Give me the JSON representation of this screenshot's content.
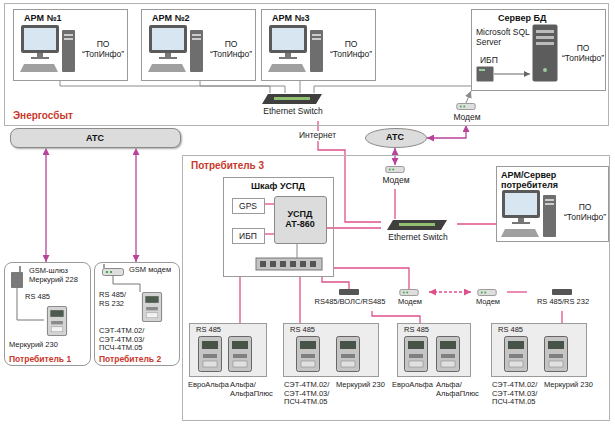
{
  "diagram": {
    "nodes": [
      {
        "text": [
          "Энергосбыт"
        ]
      },
      {
        "text": [
          "АРМ №1",
          "ПО “ТопИнфо”"
        ],
        "in": 0
      },
      {
        "text": [
          "АРМ №2",
          "ПО “ТопИнфо”"
        ],
        "in": 0
      },
      {
        "text": [
          "АРМ №3",
          "ПО “ТопИнфо”"
        ],
        "in": 0
      },
      {
        "text": [
          "Сервер БД",
          "Microsoft SQL Server",
          "ИБП",
          "ПО “ТопИнфо”"
        ],
        "in": 0
      },
      {
        "text": [
          "Ethernet Switch"
        ],
        "in": 0
      },
      {
        "text": [
          "Модем"
        ],
        "in": 0
      },
      {
        "text": [
          "АТС"
        ]
      },
      {
        "text": [
          "АТС"
        ]
      },
      {
        "text": [
          "GSM-шлюз Меркурий 228",
          "RS 485",
          "Меркурий 230",
          "Потребитель 1"
        ]
      },
      {
        "text": [
          "GSM модем",
          "RS 485/ RS 232",
          "СЭТ-4ТМ.02/ СЭТ-4ТМ.03/ ПСЧ-4ТМ.05",
          "Потребитель 2"
        ]
      },
      {
        "text": [
          "Потребитель 3"
        ]
      },
      {
        "text": [
          "Модем"
        ],
        "in": 11
      },
      {
        "text": [
          "АРМ/Сервер потребителя",
          "ПО “ТопИнфо”"
        ],
        "in": 11
      },
      {
        "text": [
          "Шкаф УСПД"
        ],
        "in": 11
      },
      {
        "text": [
          "GPS"
        ],
        "in": 14
      },
      {
        "text": [
          "УСПД АТ-860"
        ],
        "in": 14
      },
      {
        "text": [
          "ИБП"
        ],
        "in": 14
      },
      {
        "text": [
          "Ethernet Switch"
        ],
        "in": 11
      },
      {
        "text": [
          "RS485/ВОЛС/RS485"
        ],
        "in": 11
      },
      {
        "text": [
          "Модем"
        ],
        "in": 11
      },
      {
        "text": [
          "Модем"
        ],
        "in": 11
      },
      {
        "text": [
          "RS 485/RS 232"
        ],
        "in": 11
      },
      {
        "text": [
          "RS 485",
          "ЕвроАльфа",
          "Альфа/ АльфаПлюс"
        ],
        "in": 11
      },
      {
        "text": [
          "RS 485",
          "СЭТ-4ТМ.02/ СЭТ-4ТМ.03/ ПСЧ-4ТМ.05",
          "Меркурий 230"
        ],
        "in": 11
      },
      {
        "text": [
          "RS 485",
          "ЕвроАльфа",
          "Альфа/ АльфаПлюс"
        ],
        "in": 11
      },
      {
        "text": [
          "RS 485",
          "СЭТ-4ТМ.02/ СЭТ-4ТМ.03/ ПСЧ-4ТМ.05",
          "Меркурий 230"
        ],
        "in": 11
      }
    ],
    "edges": [
      {
        "from": 1,
        "to": 5,
        "arrow": "none"
      },
      {
        "from": 2,
        "to": 5,
        "arrow": "none"
      },
      {
        "from": 3,
        "to": 5,
        "arrow": "none"
      },
      {
        "from": 4,
        "to": 5,
        "arrow": "none"
      },
      {
        "from": 6,
        "to": 4,
        "arrow": "to"
      },
      {
        "from": 8,
        "to": 6,
        "arrow": "both"
      },
      {
        "from": 5,
        "to": 18,
        "label": "Интернет",
        "arrow": "none"
      },
      {
        "from": 8,
        "to": 12,
        "arrow": "both"
      },
      {
        "from": 7,
        "to": 9,
        "arrow": "both"
      },
      {
        "from": 7,
        "to": 10,
        "arrow": "both"
      },
      {
        "from": 12,
        "to": 18,
        "arrow": "none"
      },
      {
        "from": 18,
        "to": 13,
        "arrow": "none"
      },
      {
        "from": 18,
        "to": 16,
        "arrow": "none"
      },
      {
        "from": 15,
        "to": 16,
        "arrow": "none"
      },
      {
        "from": 17,
        "to": 16,
        "arrow": "none"
      },
      {
        "from": 14,
        "to": 23,
        "arrow": "none"
      },
      {
        "from": 14,
        "to": 24,
        "arrow": "none"
      },
      {
        "from": 14,
        "to": 19,
        "arrow": "none"
      },
      {
        "from": 19,
        "to": 25,
        "arrow": "none"
      },
      {
        "from": 14,
        "to": 20,
        "arrow": "none"
      },
      {
        "from": 20,
        "to": 21,
        "arrow": "both"
      },
      {
        "from": 21,
        "to": 22,
        "arrow": "none"
      },
      {
        "from": 22,
        "to": 26,
        "arrow": "none"
      }
    ]
  }
}
